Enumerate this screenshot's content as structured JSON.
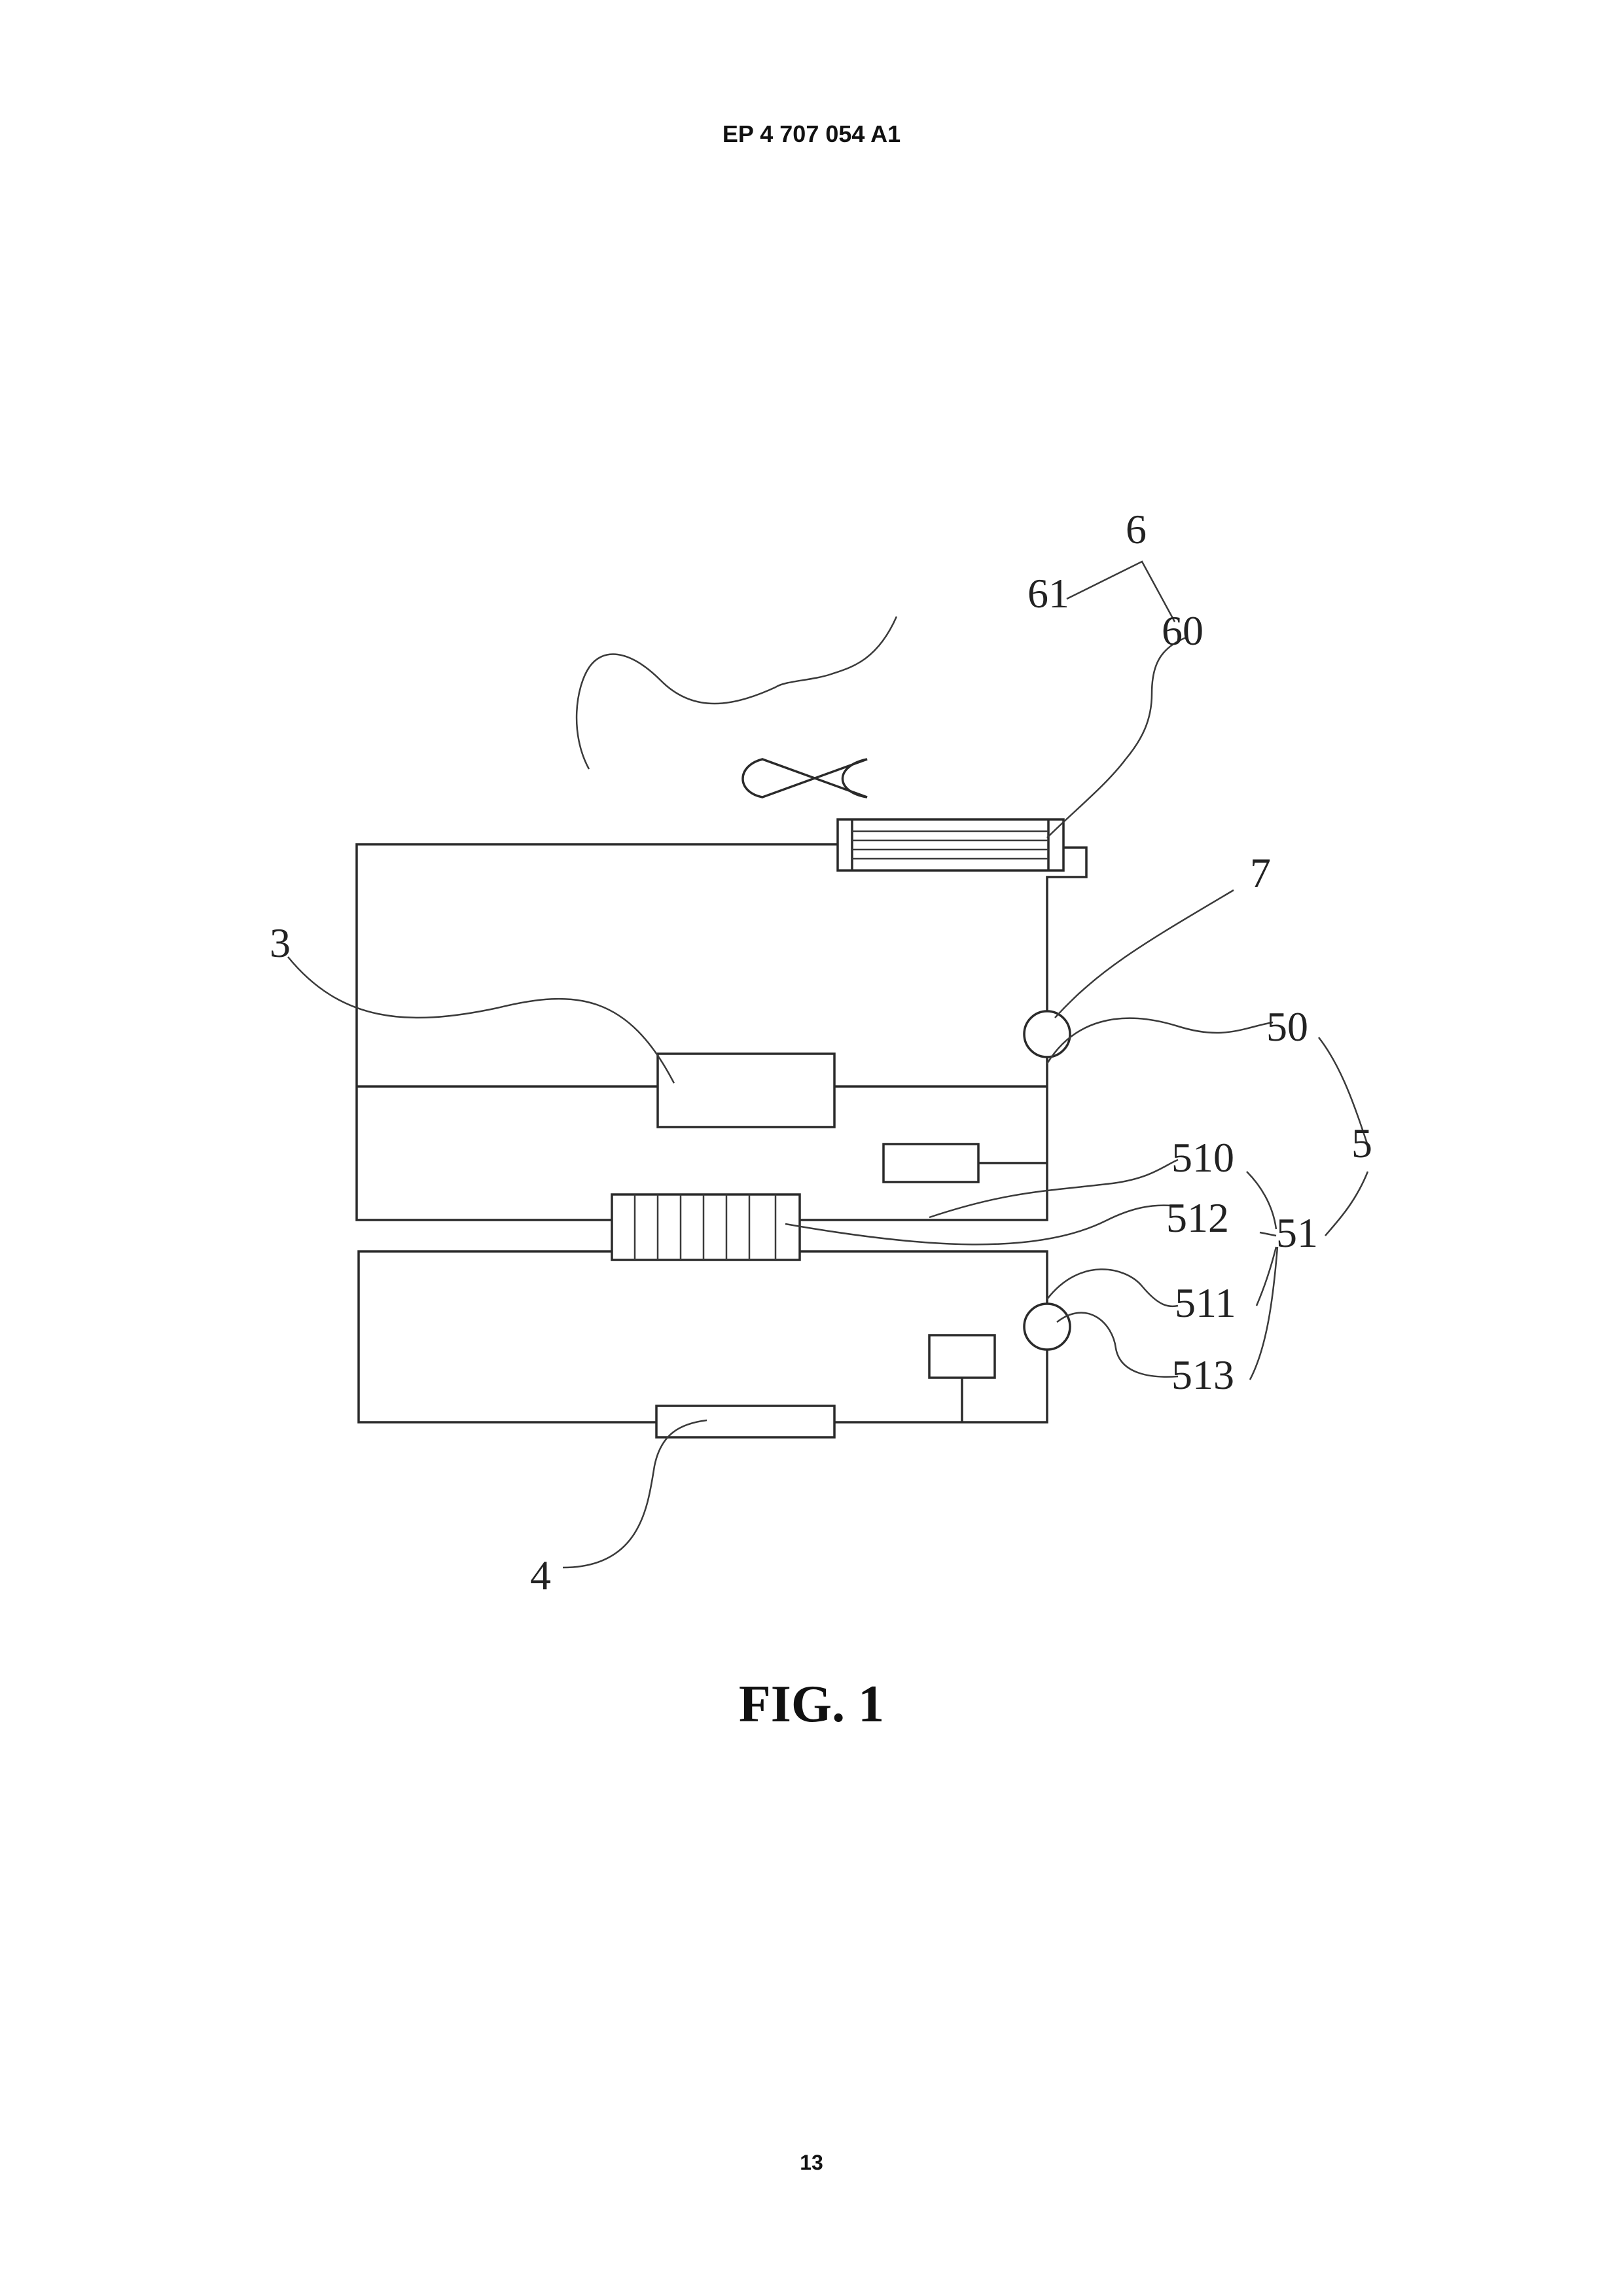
{
  "header": {
    "publication_number": "EP 4 707 054 A1"
  },
  "figure": {
    "caption": "FIG. 1",
    "reference_numerals": {
      "n3": "3",
      "n4": "4",
      "n5": "5",
      "n6": "6",
      "n7": "7",
      "n50": "50",
      "n51": "51",
      "n60": "60",
      "n61": "61",
      "n510": "510",
      "n511": "511",
      "n512": "512",
      "n513": "513"
    }
  },
  "footer": {
    "page_number": "13"
  },
  "colors": {
    "line": "#2a2a2a",
    "background": "#ffffff"
  }
}
